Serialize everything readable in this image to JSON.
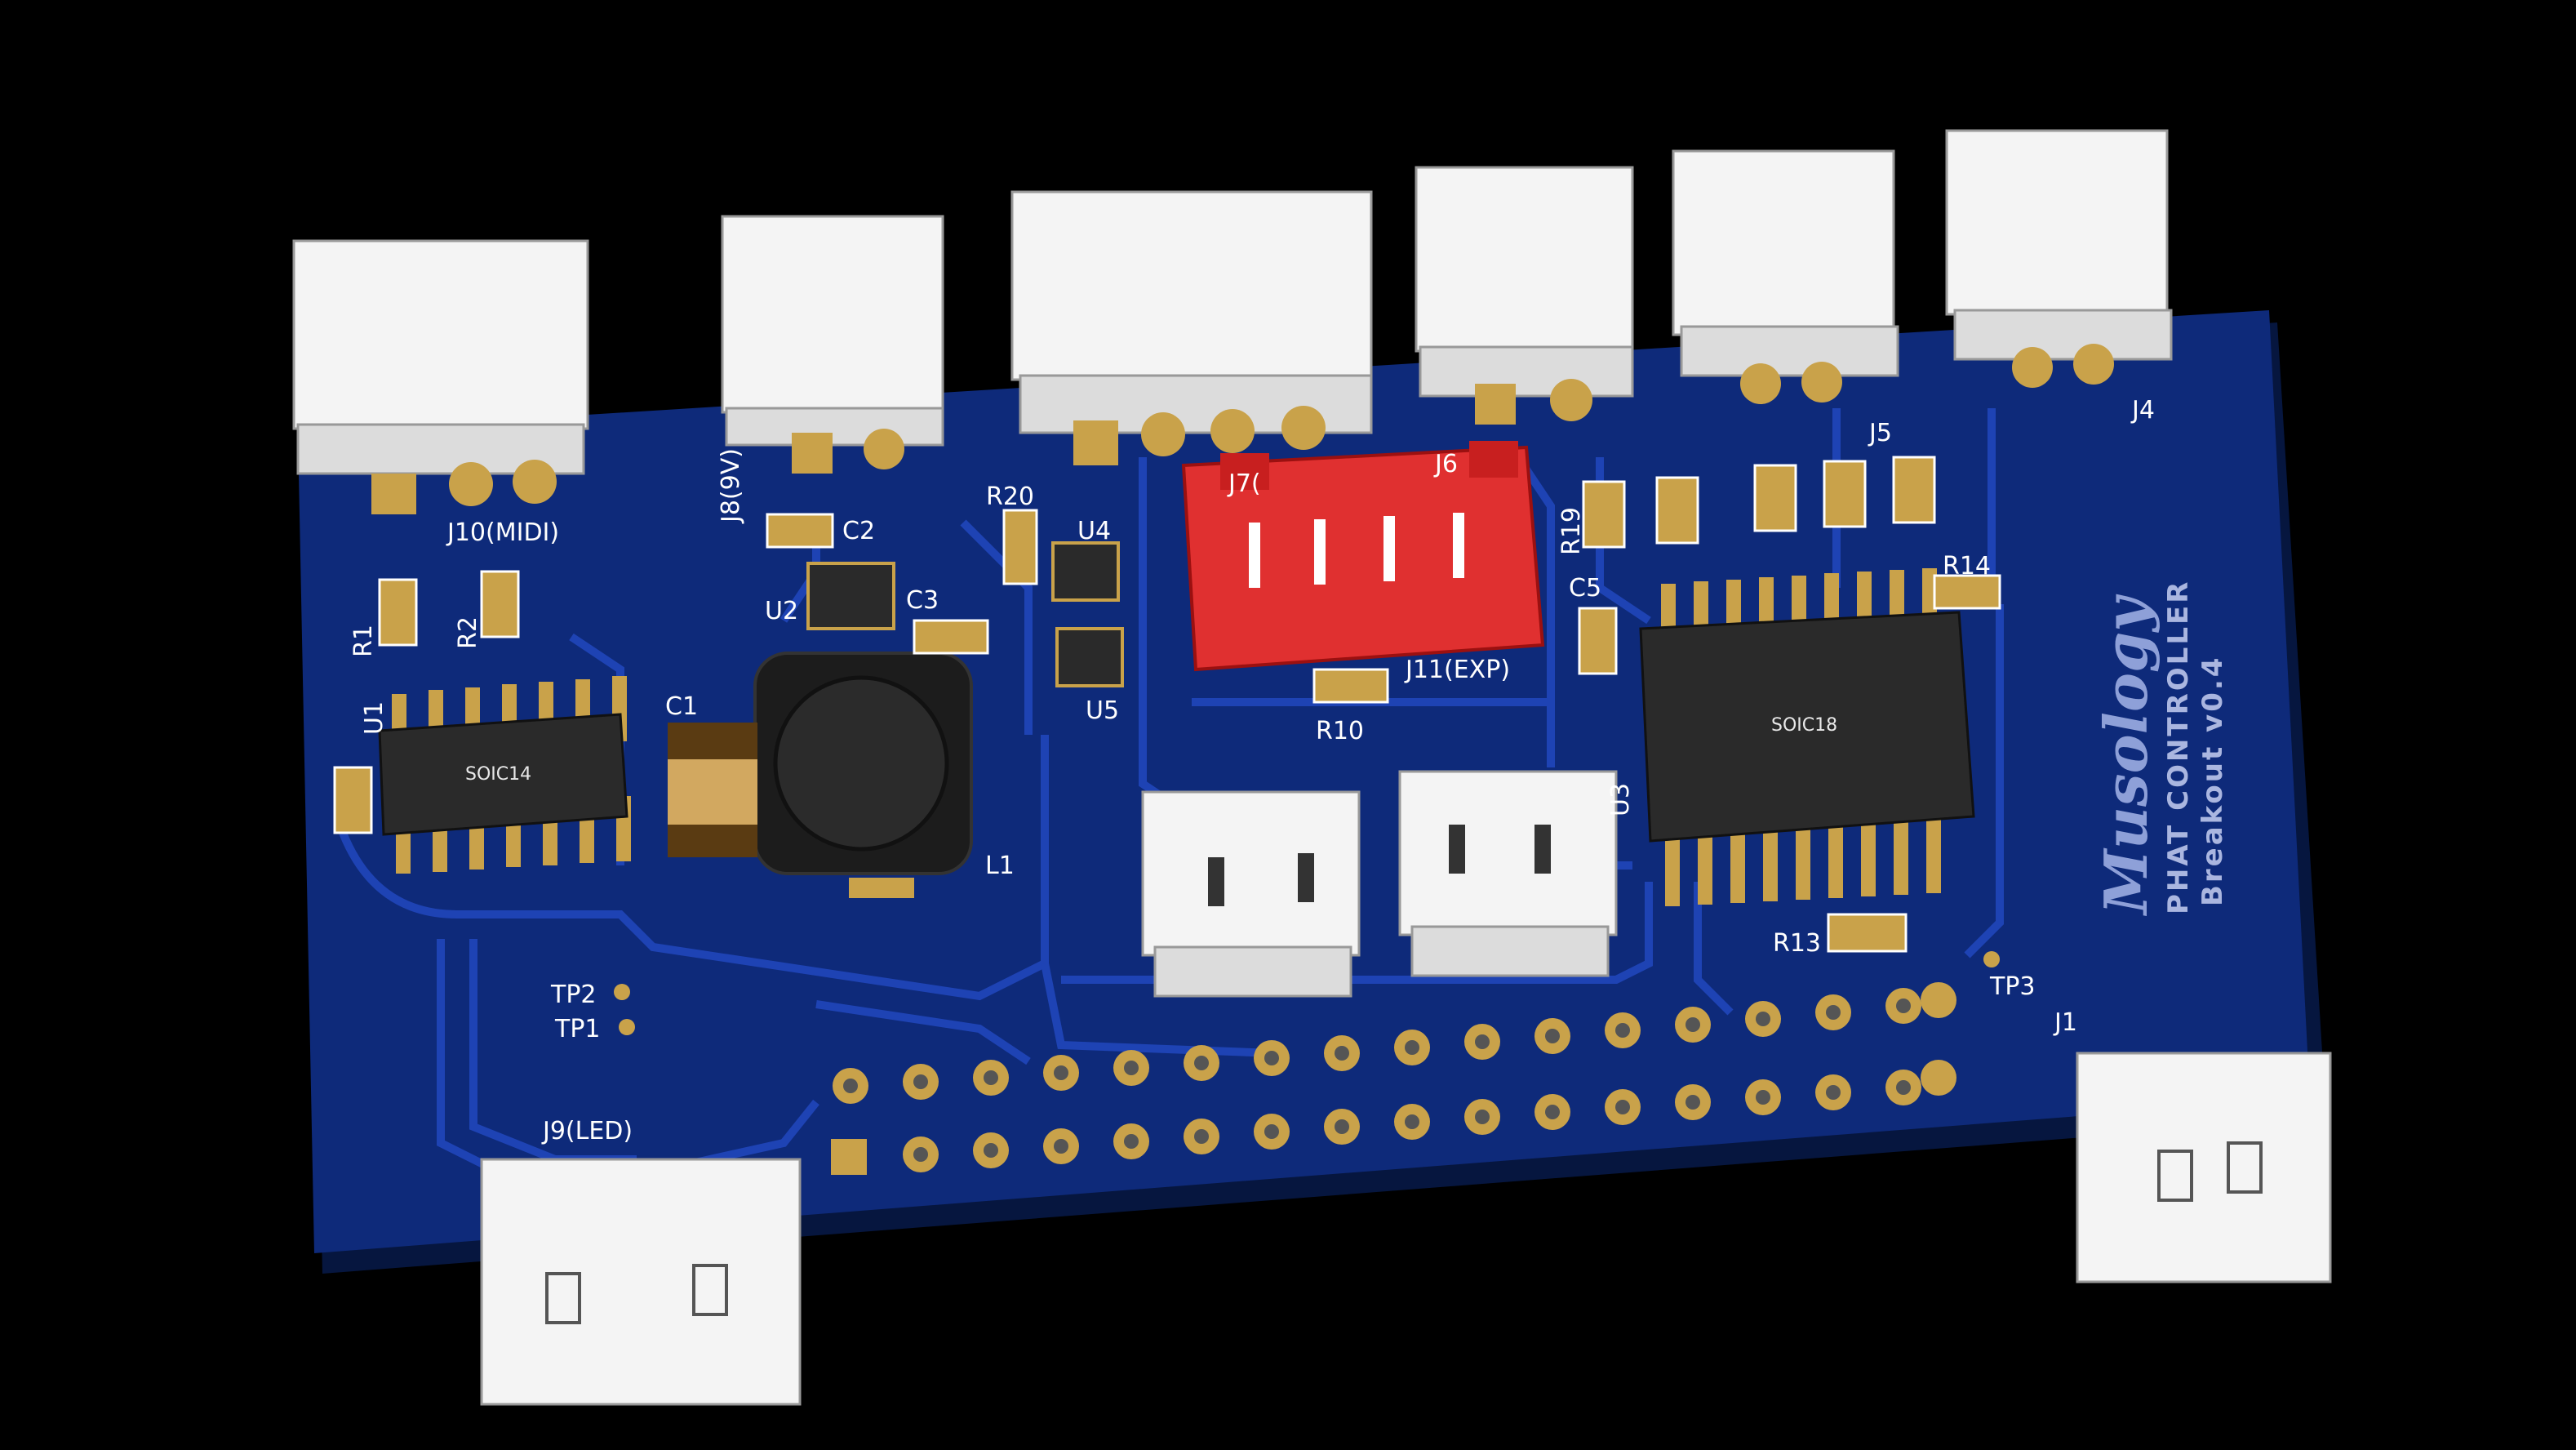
{
  "board": {
    "brand": "Musology",
    "title_line1": "PHAT CONTROLLER",
    "title_line2": "Breakout v0.4",
    "colors": {
      "board": "#0e2a7a",
      "trace": "#1e43b4",
      "pad": "#c9a24a",
      "connector": "#f4f4f4",
      "red_connector": "#e03030",
      "chip": "#2a2a2a"
    }
  },
  "connectors": {
    "j10": "J10(MIDI)",
    "j8": "J8(9V)",
    "j7": "J7(",
    "j6": "J6",
    "j5": "J5",
    "j4": "J4",
    "j11": "J11(EXP)",
    "j9": "J9(LED)",
    "j1": "J1",
    "u3": "U3"
  },
  "components": {
    "r1": "R1",
    "r2": "R2",
    "u1": "U1",
    "c1": "C1",
    "c2": "C2",
    "c3": "C3",
    "u2": "U2",
    "u4": "U4",
    "u5": "U5",
    "r20": "R20",
    "r10": "R10",
    "l1": "L1",
    "r19": "R19",
    "c5": "C5",
    "r14": "R14",
    "r13": "R13",
    "tp1": "TP1",
    "tp2": "TP2",
    "tp3": "TP3",
    "soic14": "SOIC14",
    "soic18": "SOIC18"
  }
}
